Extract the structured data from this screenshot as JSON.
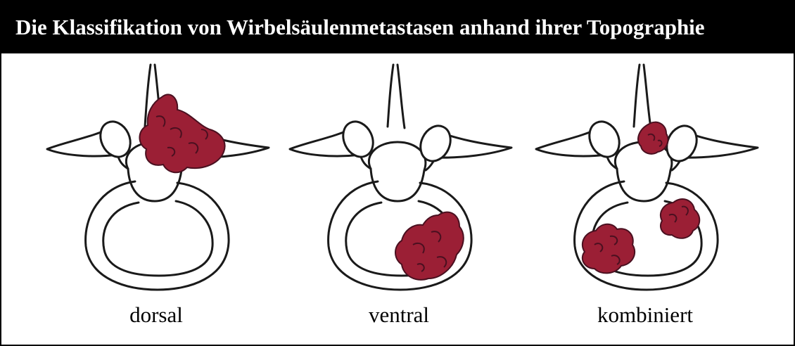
{
  "title": "Die Klassifikation von Wirbelsäulenmetastasen anhand ihrer Topographie",
  "colors": {
    "header_bg": "#000000",
    "header_text": "#ffffff",
    "bone_stroke": "#1a1a1a",
    "metastasis": "#9b1f35",
    "metastasis_dark": "#4a1020"
  },
  "panels": [
    {
      "label": "dorsal"
    },
    {
      "label": "ventral"
    },
    {
      "label": "kombiniert"
    }
  ]
}
